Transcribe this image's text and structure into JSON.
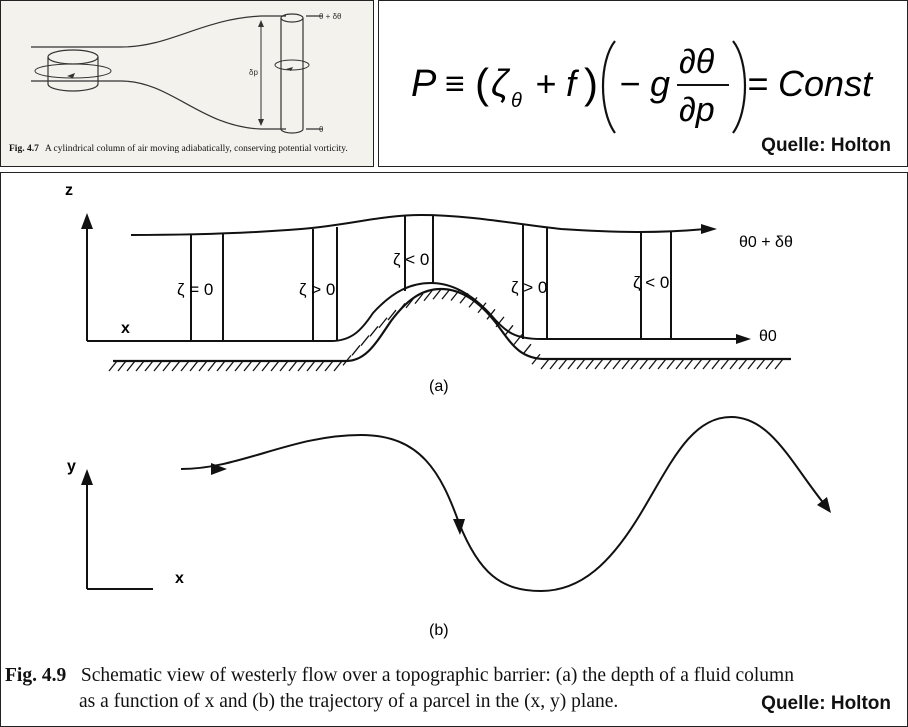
{
  "fig47": {
    "label_top": "θ + δθ",
    "label_bottom": "θ",
    "label_depth": "δp",
    "figure_number": "Fig. 4.7",
    "caption": "A cylindrical column of air moving adiabatically, conserving potential vorticity."
  },
  "formula": {
    "P": "P",
    "equiv": "≡",
    "zeta": "ζ",
    "zeta_sub": "θ",
    "plus_f": "+ f",
    "minus_g": "− g",
    "numerator": "∂θ",
    "denominator": "∂p",
    "equals_const": "= Const",
    "credit": "Quelle: Holton"
  },
  "fig49": {
    "axis_z": "z",
    "axis_x_a": "x",
    "label_theta_upper": "θ0 + δθ",
    "label_theta_lower": "θ0",
    "zeta_labels": [
      "ζ = 0",
      "ζ > 0",
      "ζ < 0",
      "ζ > 0",
      "ζ < 0"
    ],
    "panel_a": "(a)",
    "axis_y": "y",
    "axis_x_b": "x",
    "panel_b": "(b)",
    "figure_number": "Fig. 4.9",
    "caption_line1": "Schematic view of westerly flow over a topographic barrier: (a) the depth of a fluid column",
    "caption_line2": "as a function of x and (b) the trajectory of a parcel in the (x,  y) plane.",
    "credit": "Quelle: Holton"
  }
}
